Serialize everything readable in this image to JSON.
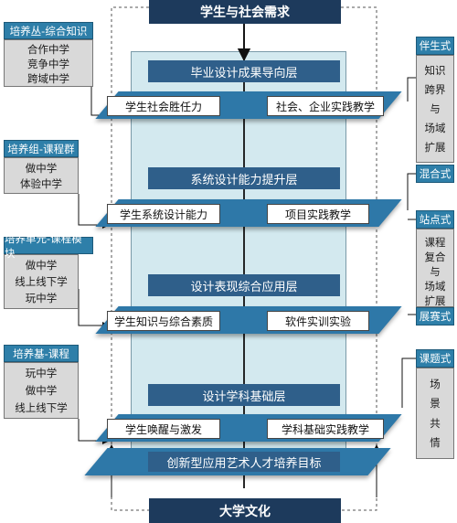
{
  "top_box": "学生与社会需求",
  "bottom_box": "大学文化",
  "goal_bar": "创新型应用艺术人才培养目标",
  "layers": [
    {
      "title": "毕业设计成果导向层",
      "left": "学生社会胜任力",
      "right": "社会、企业实践教学"
    },
    {
      "title": "系统设计能力提升层",
      "left": "学生系统设计能力",
      "right": "项目实践教学"
    },
    {
      "title": "设计表现综合应用层",
      "left": "学生知识与综合素质",
      "right": "软件实训实验"
    },
    {
      "title": "设计学科基础层",
      "left": "学生唤醒与激发",
      "right": "学科基础实践教学"
    }
  ],
  "left_panels": [
    {
      "header": "培养丛-综合知识",
      "items": [
        "合作中学",
        "竞争中学",
        "跨域中学"
      ]
    },
    {
      "header": "培养组-课程群",
      "items": [
        "做中学",
        "体验中学"
      ]
    },
    {
      "header": "培养单元-课程模块",
      "items": [
        "做中学",
        "线上线下学",
        "玩中学"
      ]
    },
    {
      "header": "培养基-课程",
      "items": [
        "玩中学",
        "做中学",
        "线上线下学"
      ]
    }
  ],
  "right_panels": [
    {
      "header": "伴生式",
      "items": [
        "知识",
        "跨界",
        "与",
        "场域",
        "扩展"
      ]
    },
    {
      "header": "混合式",
      "items": []
    },
    {
      "header": "站点式",
      "items": [
        "课程",
        "复合",
        "与",
        "场域",
        "扩展"
      ]
    },
    {
      "header": "展赛式",
      "items": []
    },
    {
      "header": "课题式",
      "items": [
        "场",
        "景",
        "共",
        "情"
      ]
    }
  ]
}
